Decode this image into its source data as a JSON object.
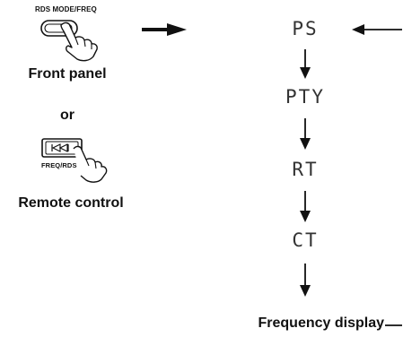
{
  "front_panel": {
    "button_label": "RDS MODE/FREQ",
    "caption": "Front panel"
  },
  "connector": {
    "text": "or"
  },
  "remote": {
    "button_label": "FREQ/RDS",
    "caption": "Remote control"
  },
  "modes": [
    "PS",
    "PTY",
    "RT",
    "CT"
  ],
  "final_step": "Frequency display"
}
